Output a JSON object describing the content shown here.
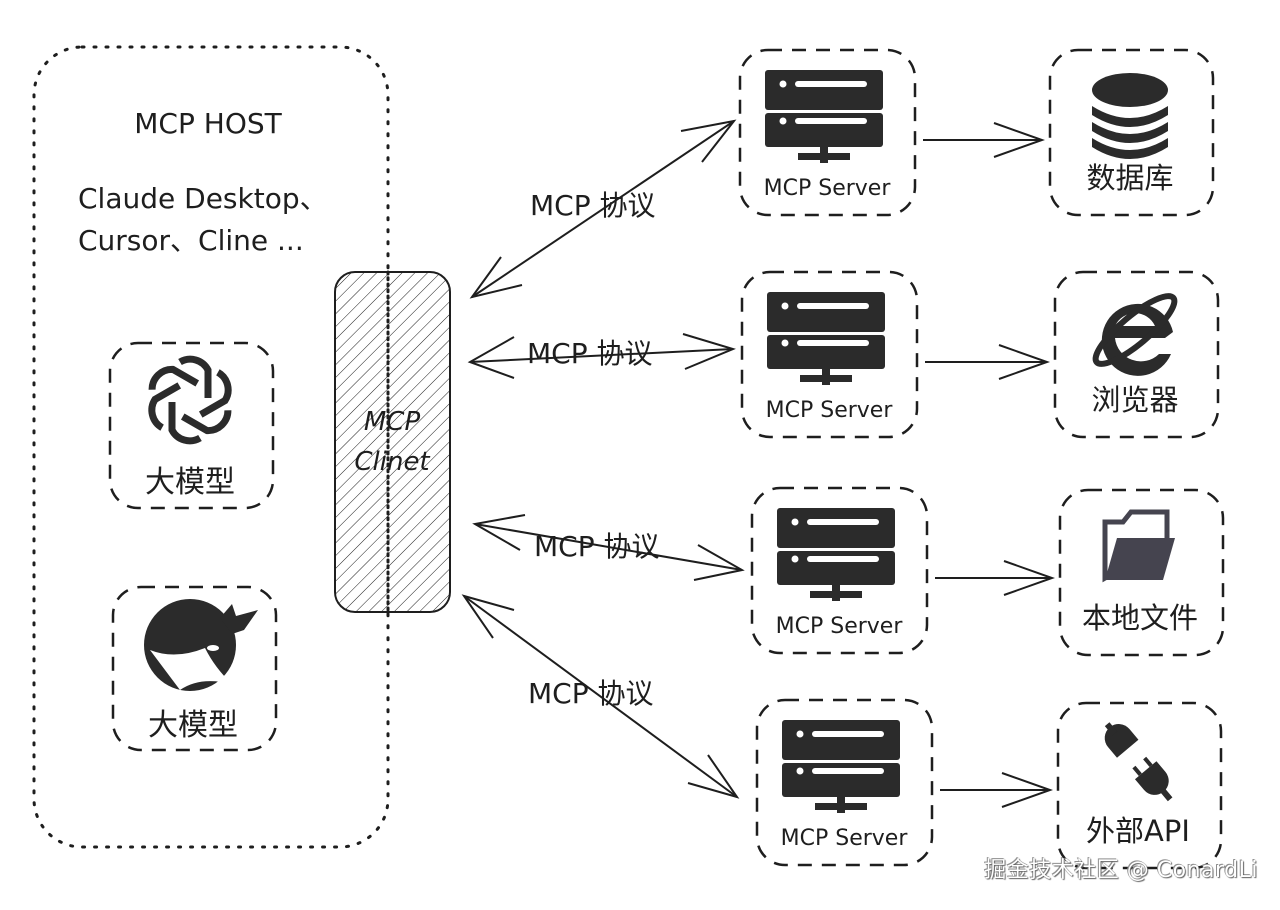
{
  "host": {
    "title": "MCP HOST",
    "subtitle_line1": "Claude Desktop、",
    "subtitle_line2": "Cursor、Cline ..."
  },
  "models": [
    {
      "icon": "openai-icon",
      "label": "大模型"
    },
    {
      "icon": "deepseek-whale-icon",
      "label": "大模型"
    }
  ],
  "client": {
    "line1": "MCP",
    "line2": "Clinet"
  },
  "protocol_label": "MCP 协议",
  "servers": [
    {
      "label": "MCP Server",
      "protocol_label": "MCP 协议",
      "resource": {
        "icon": "database-icon",
        "label": "数据库"
      }
    },
    {
      "label": "MCP Server",
      "protocol_label": "MCP 协议",
      "resource": {
        "icon": "ie-browser-icon",
        "label": "浏览器"
      }
    },
    {
      "label": "MCP Server",
      "protocol_label": "MCP 协议",
      "resource": {
        "icon": "folder-icon",
        "label": "本地文件"
      }
    },
    {
      "label": "MCP Server",
      "protocol_label": "MCP 协议",
      "resource": {
        "icon": "plug-icon",
        "label": "外部API"
      }
    }
  ],
  "watermark": "掘金技术社区 @ ConardLi",
  "colors": {
    "ink": "#1e1e1e",
    "icon_fill": "#2b2b2b",
    "folder_fill": "#45444f",
    "background": "#ffffff"
  }
}
